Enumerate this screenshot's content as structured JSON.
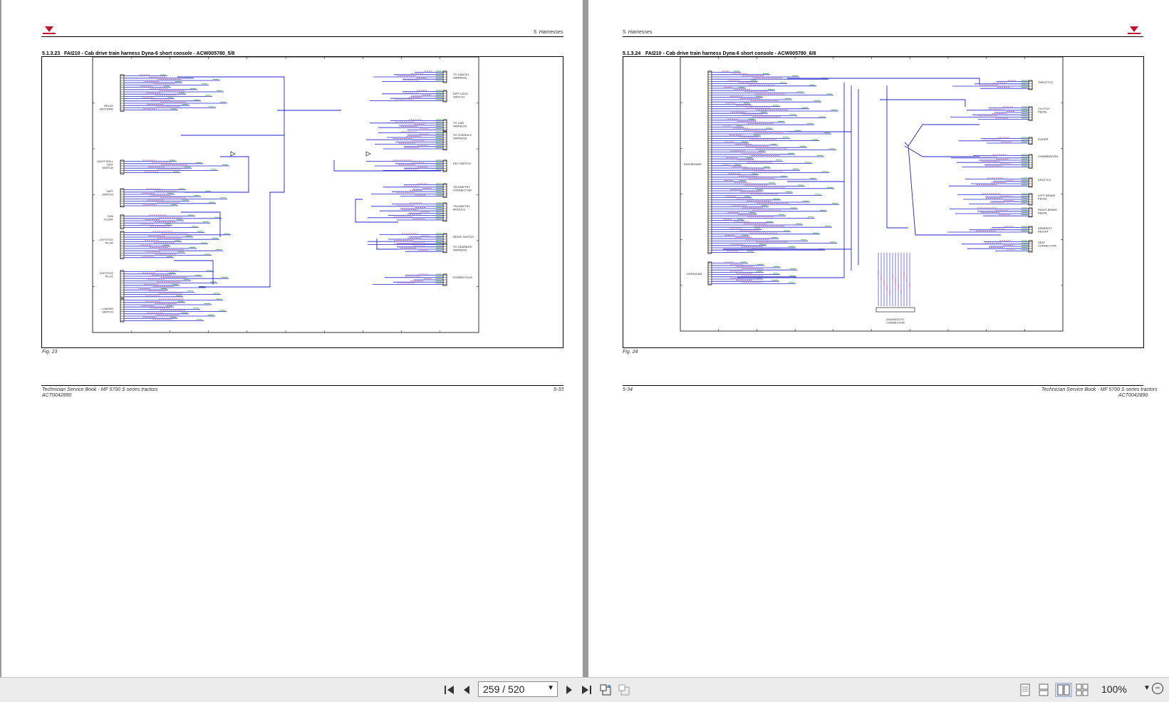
{
  "pages": {
    "left": {
      "header_section": "5. Harnesses",
      "section_number": "5.1.3.23",
      "section_title": "FAI210 - Cab drive train harness Dyna-6 short console - ACW005780_5/8",
      "fig_caption": "Fig. 23",
      "footer_book": "Technician Service Book - MF 5700 S series tractors",
      "footer_code": "ACT0042890",
      "page_number": "5-33",
      "connectors": [
        "RELAY\nDIFF/4WD",
        "LIGHT ROLL\nDIFF\nSWITCH",
        "DIFF\nSWITCH",
        "CAN\nFLOAT",
        "JOYSTICK\nPILOT",
        "JOYSTICK\nPILOT",
        "LOADER\nSWITCH",
        "TO CANCEL\nHARNESS",
        "DIFF LOCK\nSWITCH",
        "TO CAB\nHARNESS",
        "TO CONSOLE\nHARNESS",
        "KEY SWITCH",
        "TELEMETRY\nCONNECTOR",
        "TELEMETRY\nMODULE",
        "DRIVE SWITCH",
        "TO GEARBOX\nHARNESS",
        "POWER PLUG"
      ]
    },
    "right": {
      "header_section": "5. Harnesses",
      "section_number": "5.1.3.24",
      "section_title": "FAI210 - Cab drive train harness Dyna-6 short console - ACW005780_6/8",
      "fig_caption": "Fig. 24",
      "footer_book": "Technician Service Book - MF 5700 S series tractors",
      "footer_code": "ACT0042890",
      "page_number": "5-34",
      "connectors": [
        "DASHBOARD",
        "HORN/CAB",
        "THROTTLE",
        "CLUTCH\nPEDAL",
        "SLIDER",
        "COMBINATION",
        "SHUTTLE",
        "LEFT BRAKE\nPEDAL",
        "RIGHT BRAKE\nPEDAL",
        "ARMREST\nHEIGHT",
        "SEAT\nCONNECTOR",
        "DIAGNOSTIC\nCONNECTOR"
      ]
    }
  },
  "toolbar": {
    "page_indicator": "259 / 520",
    "zoom_level": "100%",
    "icons": [
      "first-page-icon",
      "prev-page-icon",
      "next-page-icon",
      "last-page-icon",
      "rotate-icon",
      "fit-icon",
      "single-page-icon",
      "continuous-icon",
      "two-page-icon",
      "two-page-continuous-icon",
      "zoom-out-icon"
    ]
  },
  "colors": {
    "wire": "#2222cc",
    "label_pink": "#c03080",
    "label_green": "#1a9a1a",
    "brand_red": "#c8102e"
  }
}
